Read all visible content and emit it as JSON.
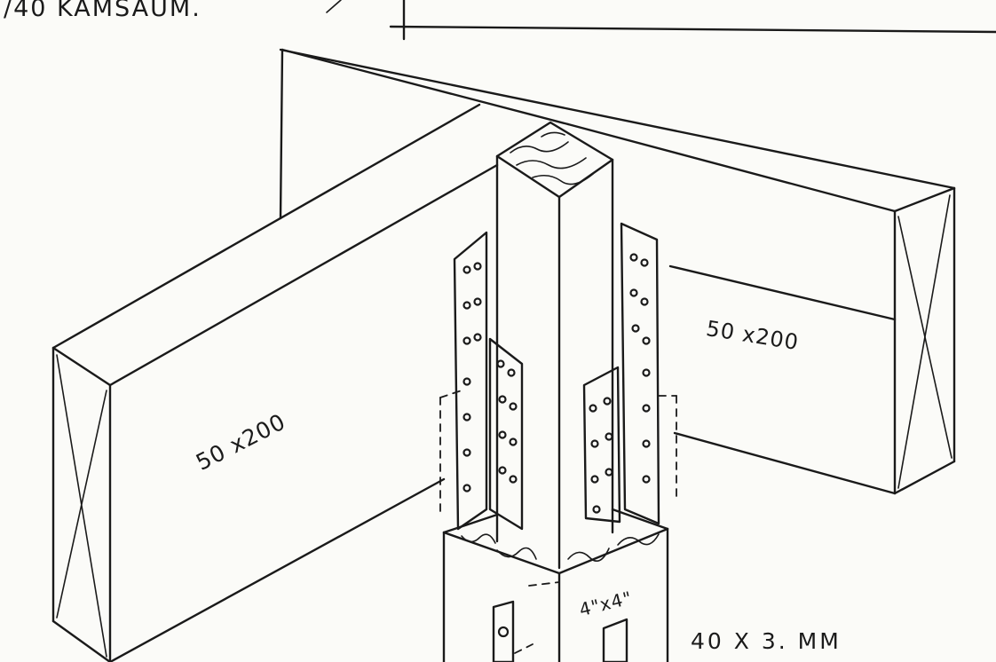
{
  "labels": {
    "top_note": "/40 KAMSAUM.",
    "left_beam_size": "50 x200",
    "right_beam_size": "50 x200",
    "post_size": "4\"x4\"",
    "plate_size": "40 X 3.  MM"
  },
  "colors": {
    "paper": "#fbfbf8",
    "ink": "#1a1a1a"
  }
}
